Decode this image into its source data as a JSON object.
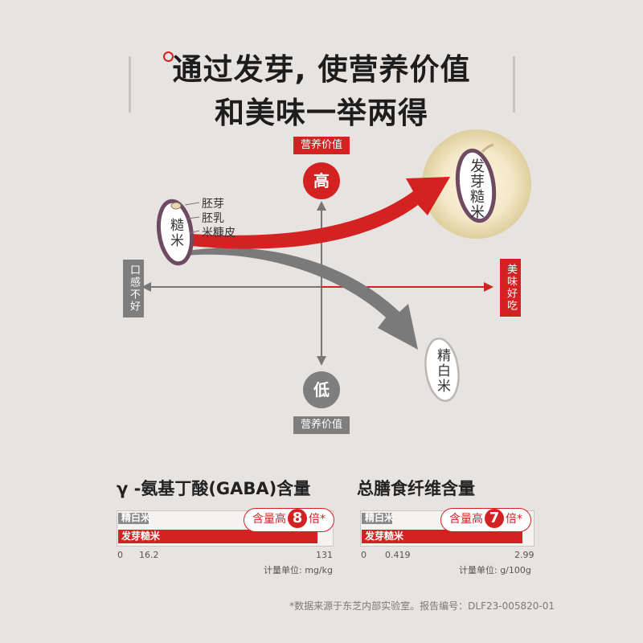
{
  "title": {
    "line1": "通过发芽, 使营养价值",
    "line2": "和美味一举两得"
  },
  "axes": {
    "top_label": "营养价值",
    "high": "高",
    "low": "低",
    "bottom_label": "营养价值",
    "left_label": "口感不好",
    "right_label": "美味好吃"
  },
  "brown_rice": {
    "label": "糙米",
    "parts": [
      "胚芽",
      "胚乳",
      "米糠皮"
    ]
  },
  "germinated_rice": {
    "label": "发芽糙米"
  },
  "white_rice": {
    "label": "精白米"
  },
  "chart_data": [
    {
      "type": "bar",
      "title": "γ -氨基丁酸(GABA)含量",
      "categories": [
        "精白米",
        "发芽糙米"
      ],
      "values": [
        16.2,
        131
      ],
      "ticks": [
        "0",
        "16.2",
        "131"
      ],
      "callout": {
        "prefix": "含量高",
        "multiple": "8",
        "suffix": "倍*"
      },
      "unit": "计量单位: mg/kg"
    },
    {
      "type": "bar",
      "title": "总膳食纤维含量",
      "categories": [
        "精白米",
        "发芽糙米"
      ],
      "values": [
        0.419,
        2.99
      ],
      "ticks": [
        "0",
        "0.419",
        "2.99"
      ],
      "callout": {
        "prefix": "含量高",
        "multiple": "7",
        "suffix": "倍*"
      },
      "unit": "计量单位: g/100g"
    }
  ],
  "footnote": "*数据来源于东芝内部实验室。报告编号：DLF23-005820-01",
  "colors": {
    "accent": "#d42222",
    "gray": "#7e7e7e",
    "background": "#e7e3e0"
  }
}
